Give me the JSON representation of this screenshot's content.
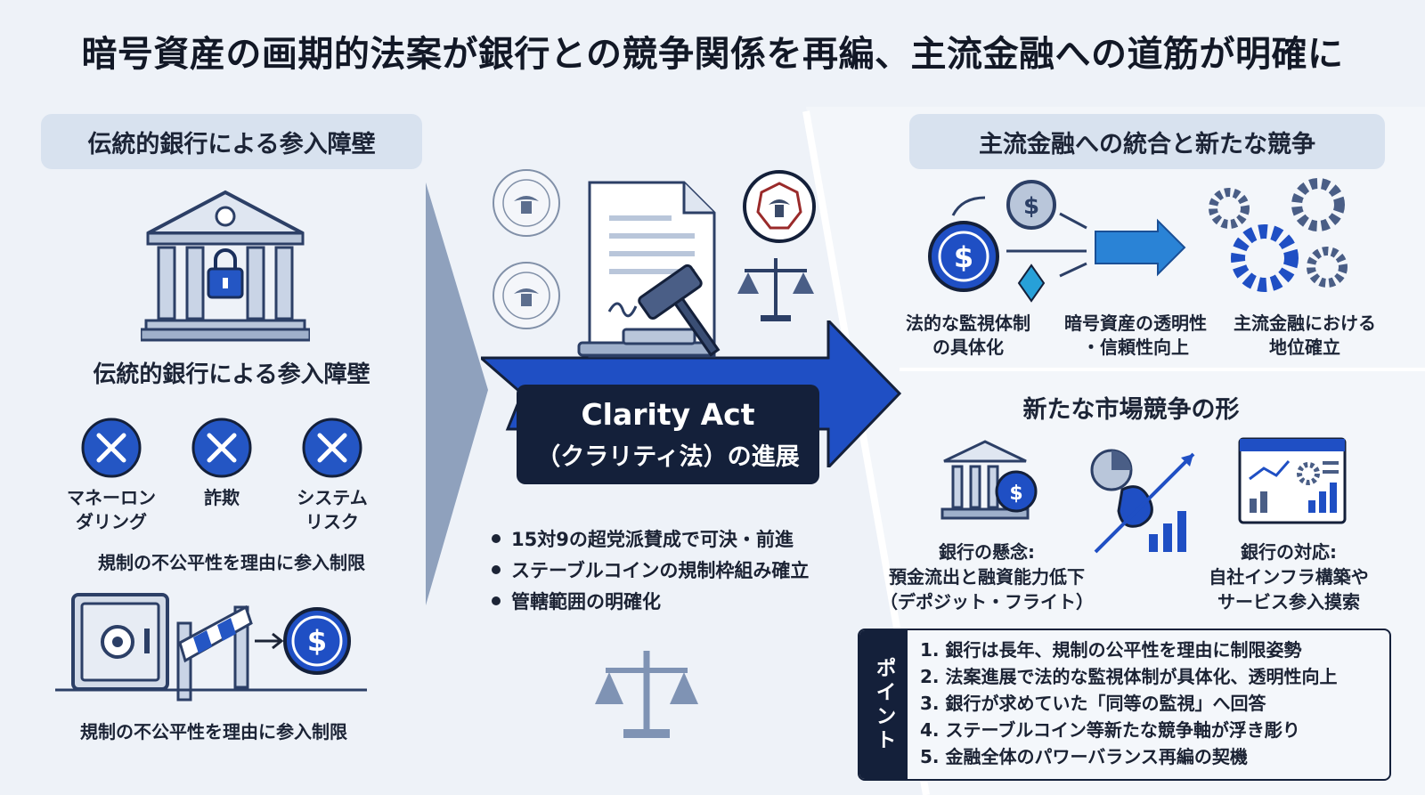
{
  "title": "暗号資産の画期的法案が銀行との競争関係を再編、主流金融への道筋が明確に",
  "left": {
    "header": "伝統的銀行による参入障壁",
    "subtitle": "伝統的銀行による参入障壁",
    "risks": [
      {
        "icon": "x-circle-icon",
        "line1": "マネーロン",
        "line2": "ダリング"
      },
      {
        "icon": "x-circle-icon",
        "line1": "詐欺",
        "line2": ""
      },
      {
        "icon": "x-circle-icon",
        "line1": "システム",
        "line2": "リスク"
      }
    ],
    "restriction_1": "規制の不公平性を理由に参入制限",
    "restriction_2": "規制の不公平性を理由に参入制限"
  },
  "center": {
    "act_name": "Clarity Act",
    "act_subtitle": "（クラリティ法）の進展",
    "bullets": [
      "15対9の超党派賛成で可決・前進",
      "ステーブルコインの規制枠組み確立",
      "管轄範囲の明確化"
    ]
  },
  "right": {
    "header": "主流金融への統合と新たな競争",
    "flow": [
      {
        "line1": "法的な監視体制",
        "line2": "の具体化"
      },
      {
        "line1": "暗号資産の透明性",
        "line2": "・信頼性向上"
      },
      {
        "line1": "主流金融における",
        "line2": "地位確立"
      }
    ],
    "competition_title": "新たな市場競争の形",
    "concern": {
      "line1": "銀行の懸念:",
      "line2": "預金流出と融資能力低下",
      "line3": "（デポジット・フライト）"
    },
    "response": {
      "line1": "銀行の対応:",
      "line2": "自社インフラ構築や",
      "line3": "サービス参入摸索"
    }
  },
  "points": {
    "tag": "ポイント",
    "items": [
      "1. 銀行は長年、規制の公平性を理由に制限姿勢",
      "2. 法案進展で法的な監視体制が具体化、透明性向上",
      "3. 銀行が求めていた「同等の監視」へ回答",
      "4. ステーブルコイン等新たな競争軸が浮き彫り",
      "5. 金融全体のパワーバランス再編の契機"
    ]
  },
  "colors": {
    "accent": "#1f4fc4",
    "navy": "#14203a",
    "panel": "#d8e2ef",
    "steel": "#8a9cb8"
  }
}
